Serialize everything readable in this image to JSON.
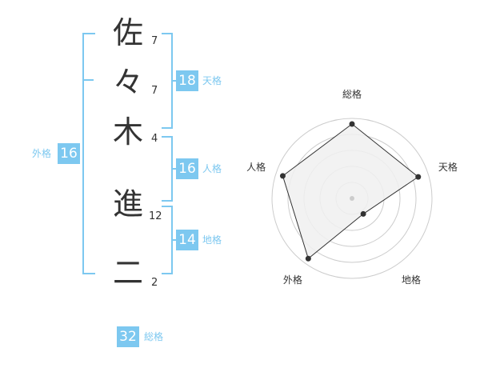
{
  "name": {
    "characters": [
      {
        "char": "佐",
        "strokes": "7"
      },
      {
        "char": "々",
        "strokes": "7"
      },
      {
        "char": "木",
        "strokes": "4"
      },
      {
        "char": "進",
        "strokes": "12"
      },
      {
        "char": "二",
        "strokes": "2"
      }
    ]
  },
  "kaku": {
    "tenkaku": {
      "value": "18",
      "label": "天格"
    },
    "jinkaku": {
      "value": "16",
      "label": "人格"
    },
    "chikaku": {
      "value": "14",
      "label": "地格"
    },
    "gaikaku": {
      "value": "16",
      "label": "外格"
    },
    "soukaku": {
      "value": "32",
      "label": "総格"
    }
  },
  "colors": {
    "accent": "#7dc8f0",
    "text": "#333333",
    "fill": "#f0f0f0",
    "ring": "#cccccc"
  },
  "chart_data": {
    "type": "radar",
    "axes": [
      "総格",
      "天格",
      "地格",
      "外格",
      "人格"
    ],
    "values": [
      0.93,
      0.87,
      0.24,
      0.93,
      0.91
    ],
    "scale_rings": 5,
    "range": [
      0,
      1
    ]
  }
}
